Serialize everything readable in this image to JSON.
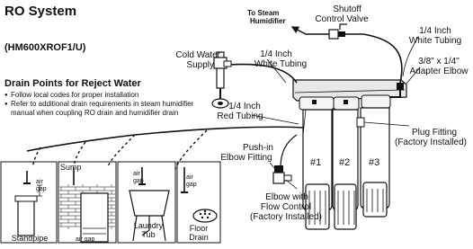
{
  "title": "RO System",
  "model": "(HM600XROF1/U)",
  "drain_heading": "Drain Points for Reject Water",
  "notes": [
    "Follow local codes for proper installation",
    "Refer to additional drain requirements in steam humidifier manual when coupling RO drain and humidifier drain"
  ],
  "labels": {
    "to_steam": "To Steam",
    "humidifier": "Humidifier",
    "shutoff_1": "Shutoff",
    "shutoff_2": "Control Valve",
    "white_top_1": "1/4 Inch",
    "white_top_2": "White Tubing",
    "adapter_1": "3/8\" x 1/4\"",
    "adapter_2": "Adapter Elbow",
    "cold_1": "Cold Water",
    "cold_2": "Supply",
    "white_mid_1": "1/4 Inch",
    "white_mid_2": "White Tubing",
    "red_1": "1/4 Inch",
    "red_2": "Red Tubing",
    "plug_1": "Plug Fitting",
    "plug_2": "(Factory Installed)",
    "pushin_1": "Push-in",
    "pushin_2": "Elbow Fitting",
    "elbow_1": "Elbow with",
    "elbow_2": "Flow Control",
    "elbow_3": "(Factory Installed)",
    "filter_1": "#1",
    "filter_2": "#2",
    "filter_3": "#3"
  },
  "drain_points": {
    "standpipe": "Standpipe",
    "sump": "Sump",
    "laundry_1": "Laundry",
    "laundry_2": "Tub",
    "floor_1": "Floor",
    "floor_2": "Drain",
    "air": "air",
    "gap": "gap",
    "air_gap": "air gap"
  }
}
